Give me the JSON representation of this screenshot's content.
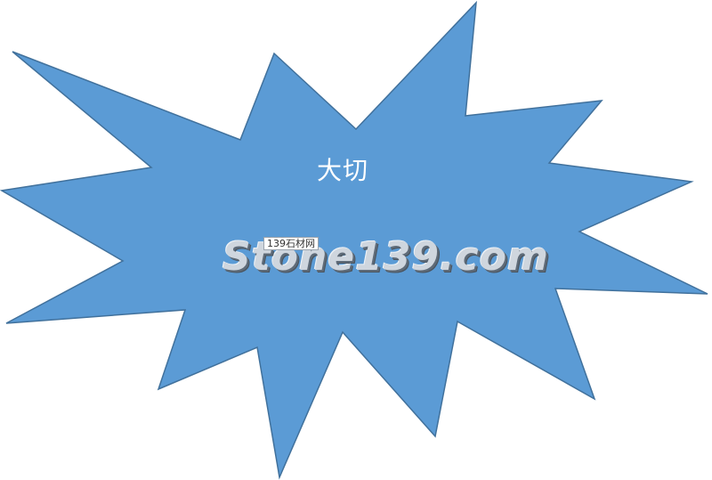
{
  "shape": {
    "label": "大切",
    "fill_color": "#5b9bd5",
    "stroke_color": "#41719c",
    "text_color": "#ffffff"
  },
  "watermark": {
    "logo_text": "Stone139.com",
    "tag_text": "139石材网"
  }
}
